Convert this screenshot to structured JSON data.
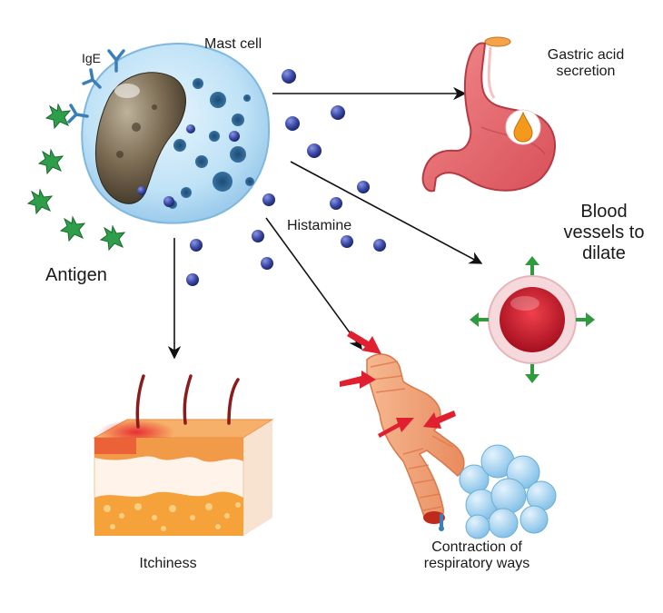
{
  "labels": {
    "mast_cell": "Mast cell",
    "ige": "IgE",
    "antigen": "Antigen",
    "histamine": "Histamine",
    "gastric": [
      "Gastric acid",
      "secretion"
    ],
    "blood": [
      "Blood",
      "vessels to",
      "dilate"
    ],
    "itchiness": "Itchiness",
    "respiratory": [
      "Contraction of",
      "respiratory ways"
    ]
  },
  "colors": {
    "histamine_granule": "#3b4aa8",
    "cell_body": "#bfe2f6",
    "nucleus": "#6e5f4a",
    "antigen": "#2f9e4a",
    "stomach": "#e56a6f",
    "vessel": "#c4182a",
    "skin": "#f3a35a",
    "airway": "#f3a57a",
    "alveoli": "#9fd2f0",
    "arrow": "#111111",
    "dilate_arrow": "#2f9a3e",
    "pressure_arrow": "#e02030"
  }
}
